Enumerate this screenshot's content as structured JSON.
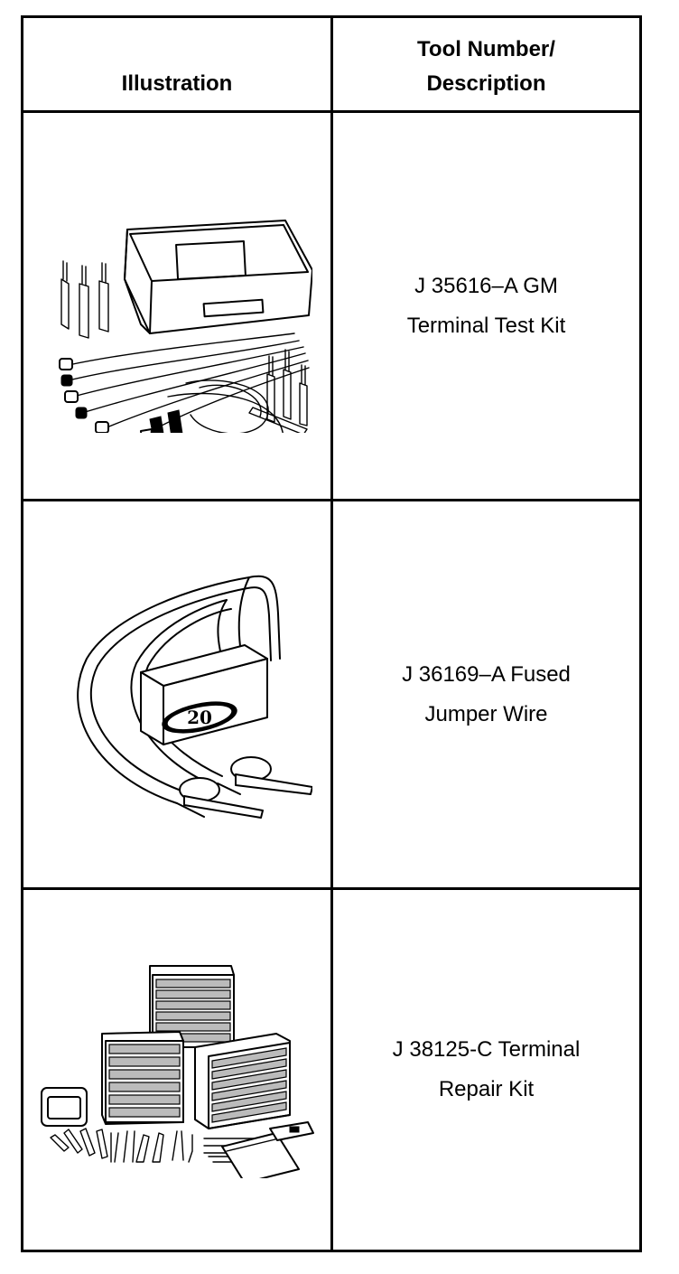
{
  "table": {
    "header": {
      "illustration": "Illustration",
      "tool_line1": "Tool Number/",
      "tool_line2": "Description"
    },
    "rows": [
      {
        "icon": "terminal-test-kit-illustration",
        "desc_line1": "J 35616–A GM",
        "desc_line2": "Terminal Test Kit"
      },
      {
        "icon": "fused-jumper-wire-illustration",
        "fuse_label": "20",
        "desc_line1": "J 36169–A Fused",
        "desc_line2": "Jumper Wire"
      },
      {
        "icon": "terminal-repair-kit-illustration",
        "desc_line1": "J 38125-C Terminal",
        "desc_line2": "Repair Kit"
      }
    ]
  }
}
